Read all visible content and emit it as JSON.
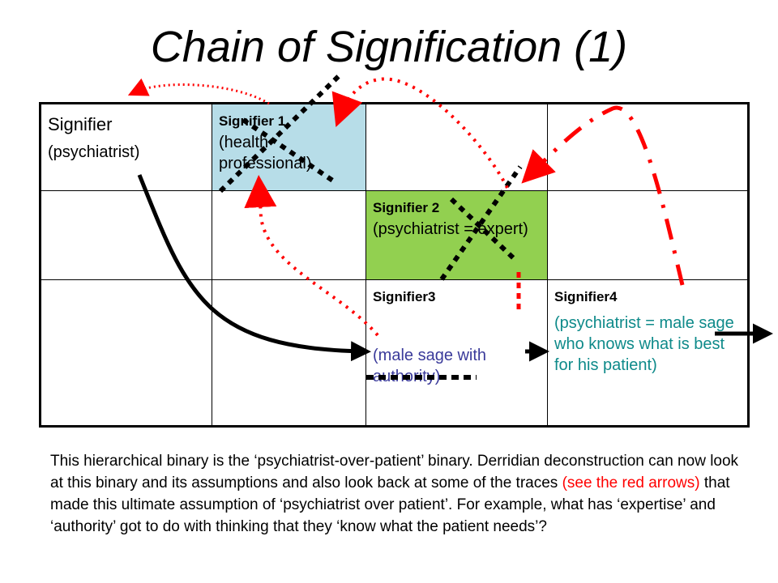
{
  "title": "Chain of Signification (1)",
  "cells": {
    "signifier": {
      "heading": "Signifier",
      "sub": "(psychiatrist)"
    },
    "signifier1": {
      "heading": "Signifier 1",
      "sub": "(health professional)",
      "bg": "#b7dde8"
    },
    "signifier2": {
      "heading": "Signifier 2",
      "sub": "(psychiatrist = expert)",
      "bg": "#92d050"
    },
    "signifier3": {
      "heading": "Signifier3",
      "sub": "(male sage with authority)",
      "color": "#3a3a9a"
    },
    "signifier4": {
      "heading": "Signifier4",
      "sub": "(psychiatrist = male sage who knows what is best for his patient)",
      "color": "#0e8a8a"
    }
  },
  "caption": {
    "part1": "This hierarchical binary is the ‘psychiatrist-over-patient’ binary.  Derridian deconstruction can now look at this binary and its assumptions and also look back at some of the traces ",
    "highlight": "(see the red arrows)",
    "part2": " that made this ultimate assumption of ‘psychiatrist over patient’.  For example, what has ‘expertise’ and ‘authority’ got to do with thinking that they ‘know what the patient needs’?"
  },
  "colors": {
    "red_arrow": "#ff0000",
    "cross_out": "#000000",
    "chain_arrow": "#000000"
  },
  "icons": [
    "red-dotted-arrow",
    "red-dashed-arrow",
    "black-chain-arrow",
    "black-cross-out-mark"
  ]
}
